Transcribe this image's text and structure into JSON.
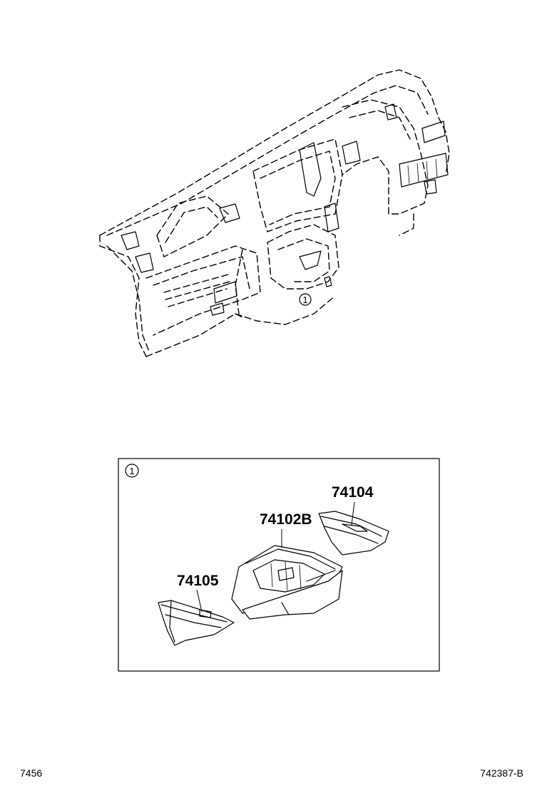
{
  "callout": {
    "id": "1"
  },
  "parts": [
    {
      "number": "74104"
    },
    {
      "number": "74102B"
    },
    {
      "number": "74105"
    }
  ],
  "footer": {
    "left_ref": "7456",
    "right_ref": "742387-B"
  }
}
